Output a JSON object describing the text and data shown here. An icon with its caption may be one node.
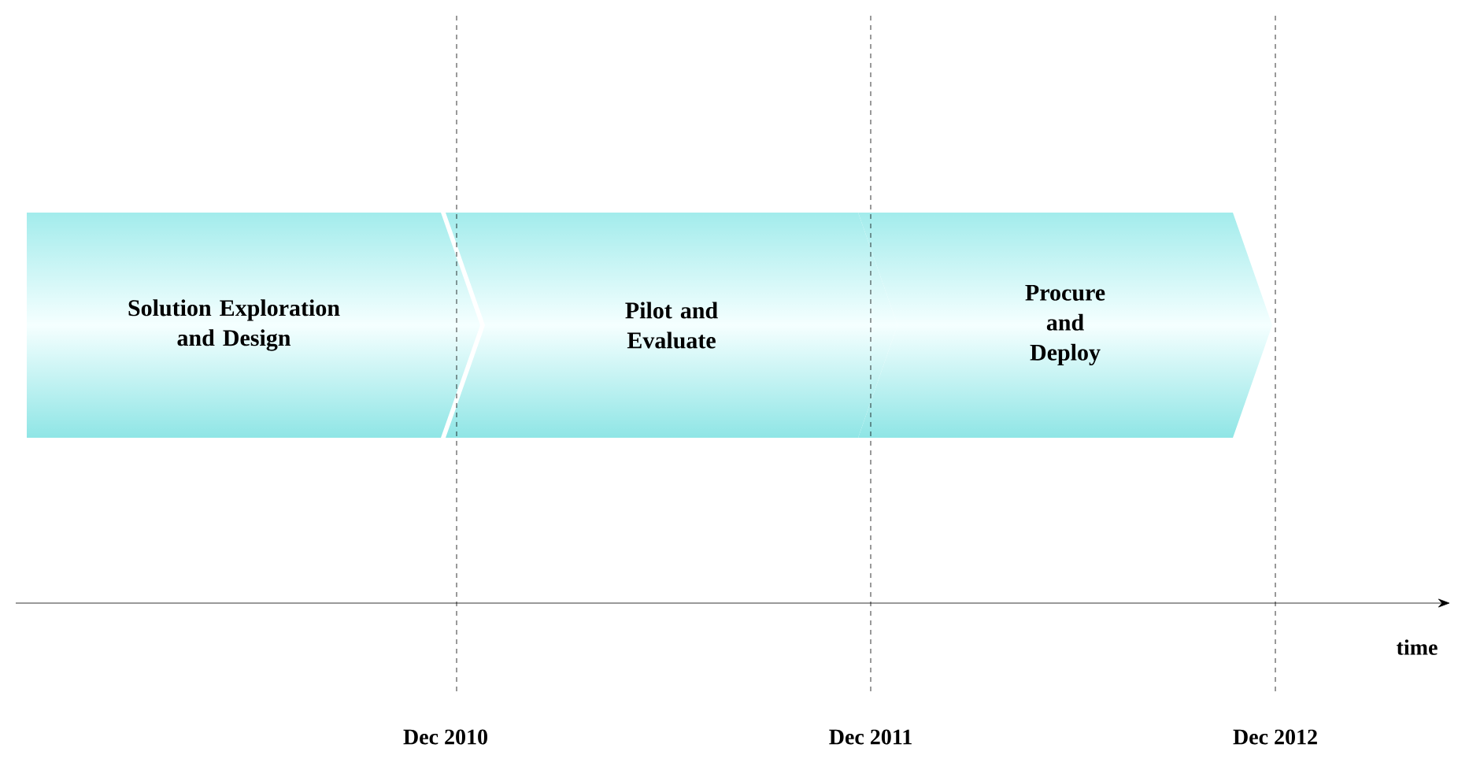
{
  "diagram": {
    "nodes": [
      {
        "text": [
          "Solution Exploration and Design"
        ]
      },
      {
        "text": [
          "Pilot and Evaluate"
        ]
      },
      {
        "text": [
          "Procure and Deploy"
        ]
      }
    ],
    "labels": [
      "time",
      "Dec 2010",
      "Dec 2011",
      "Dec 2012"
    ]
  }
}
